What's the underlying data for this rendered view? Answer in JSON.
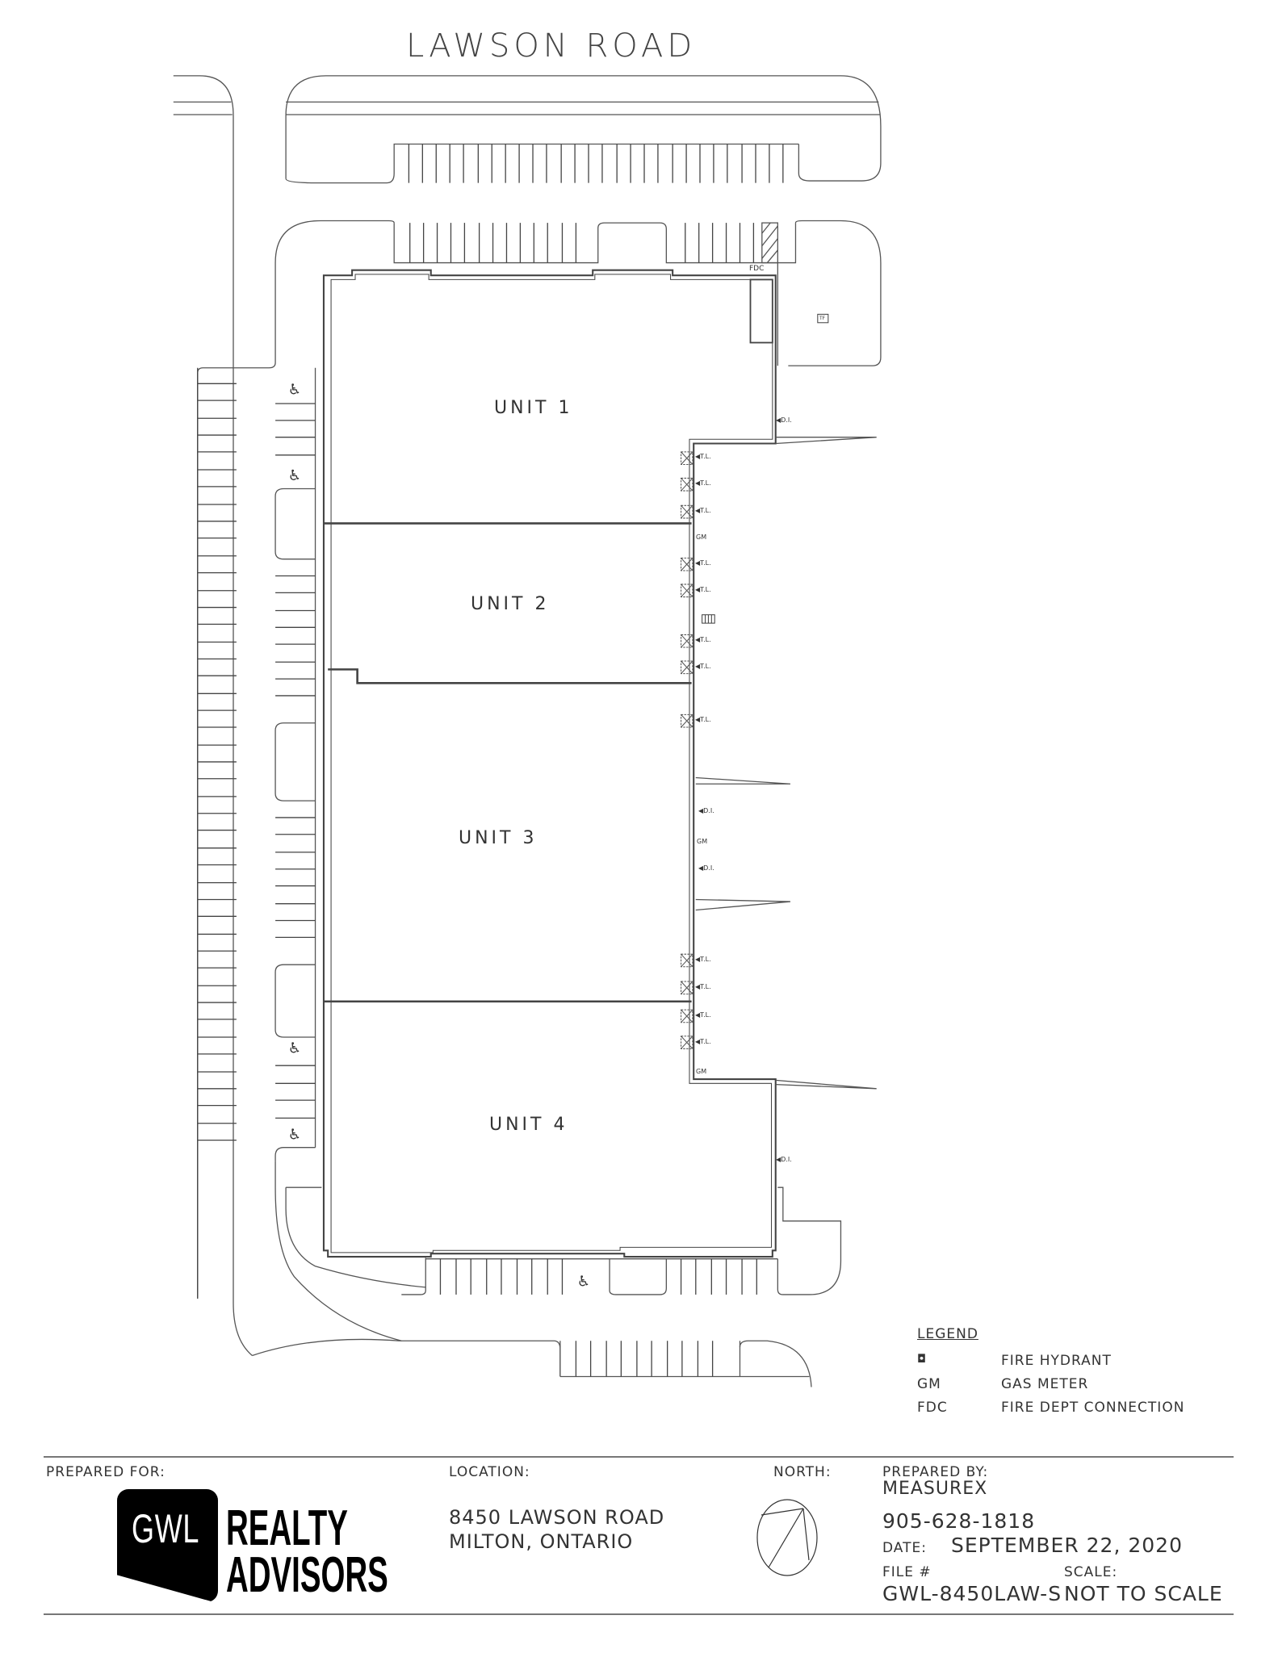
{
  "drawing": {
    "road_name": "LAWSON ROAD",
    "units": [
      {
        "label": "UNIT 1"
      },
      {
        "label": "UNIT 2"
      },
      {
        "label": "UNIT 3"
      },
      {
        "label": "UNIT 4"
      }
    ],
    "markers": {
      "truck_level": "T.L.",
      "drive_in": "D.I.",
      "gas_meter": "GM",
      "fire_dept_connection": "FDC",
      "transformer": "TF"
    }
  },
  "legend": {
    "title": "LEGEND",
    "items": [
      {
        "symbol": "fire-hydrant-icon",
        "code": "",
        "label": "FIRE HYDRANT"
      },
      {
        "symbol": "",
        "code": "GM",
        "label": "GAS METER"
      },
      {
        "symbol": "",
        "code": "FDC",
        "label": "FIRE DEPT CONNECTION"
      }
    ]
  },
  "title_block": {
    "prepared_for_label": "PREPARED FOR:",
    "logo": {
      "mark": "GWL",
      "line1": "REALTY",
      "line2": "ADVISORS"
    },
    "location_label": "LOCATION:",
    "location_line1": "8450 LAWSON ROAD",
    "location_line2": "MILTON, ONTARIO",
    "north_label": "NORTH:",
    "prepared_by_label": "PREPARED BY:",
    "prepared_by": "MEASUREX",
    "phone": "905-628-1818",
    "date_label": "DATE:",
    "date": "SEPTEMBER 22, 2020",
    "file_label": "FILE #",
    "file_number": "GWL-8450LAW-S",
    "scale_label": "SCALE:",
    "scale": "NOT TO SCALE"
  }
}
